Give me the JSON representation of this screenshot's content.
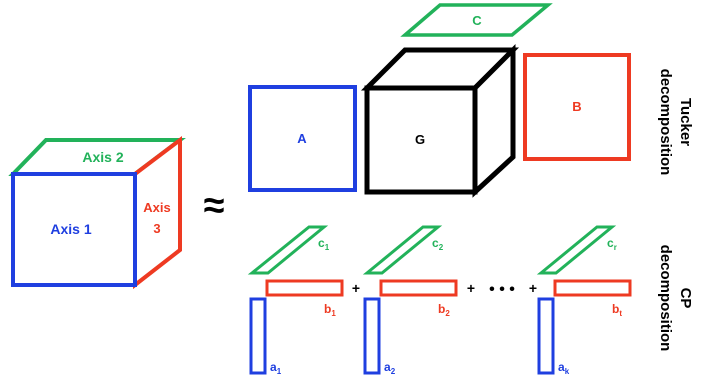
{
  "colors": {
    "axis1": "#1f3fe0",
    "axis2": "#22b25a",
    "axis3": "#ee3a22",
    "core": "#000000",
    "background": "#ffffff"
  },
  "tensor": {
    "axis1_label": "Axis 1",
    "axis2_label": "Axis 2",
    "axis3_label_line1": "Axis",
    "axis3_label_line2": "3"
  },
  "approx_symbol": "≈",
  "tucker": {
    "label_line1": "Tucker",
    "label_line2": "decomposition",
    "factor_a": "A",
    "core_g": "G",
    "factor_b": "B",
    "factor_c": "C"
  },
  "cp": {
    "label_line1": "CP",
    "label_line2": "decomposition",
    "plus": "+",
    "ellipsis": "• • •",
    "terms": [
      {
        "a_base": "a",
        "a_sub": "1",
        "b_base": "b",
        "b_sub": "1",
        "c_base": "c",
        "c_sub": "1"
      },
      {
        "a_base": "a",
        "a_sub": "2",
        "b_base": "b",
        "b_sub": "2",
        "c_base": "c",
        "c_sub": "2"
      },
      {
        "a_base": "a",
        "a_sub": "k",
        "b_base": "b",
        "b_sub": "t",
        "c_base": "c",
        "c_sub": "r"
      }
    ]
  }
}
